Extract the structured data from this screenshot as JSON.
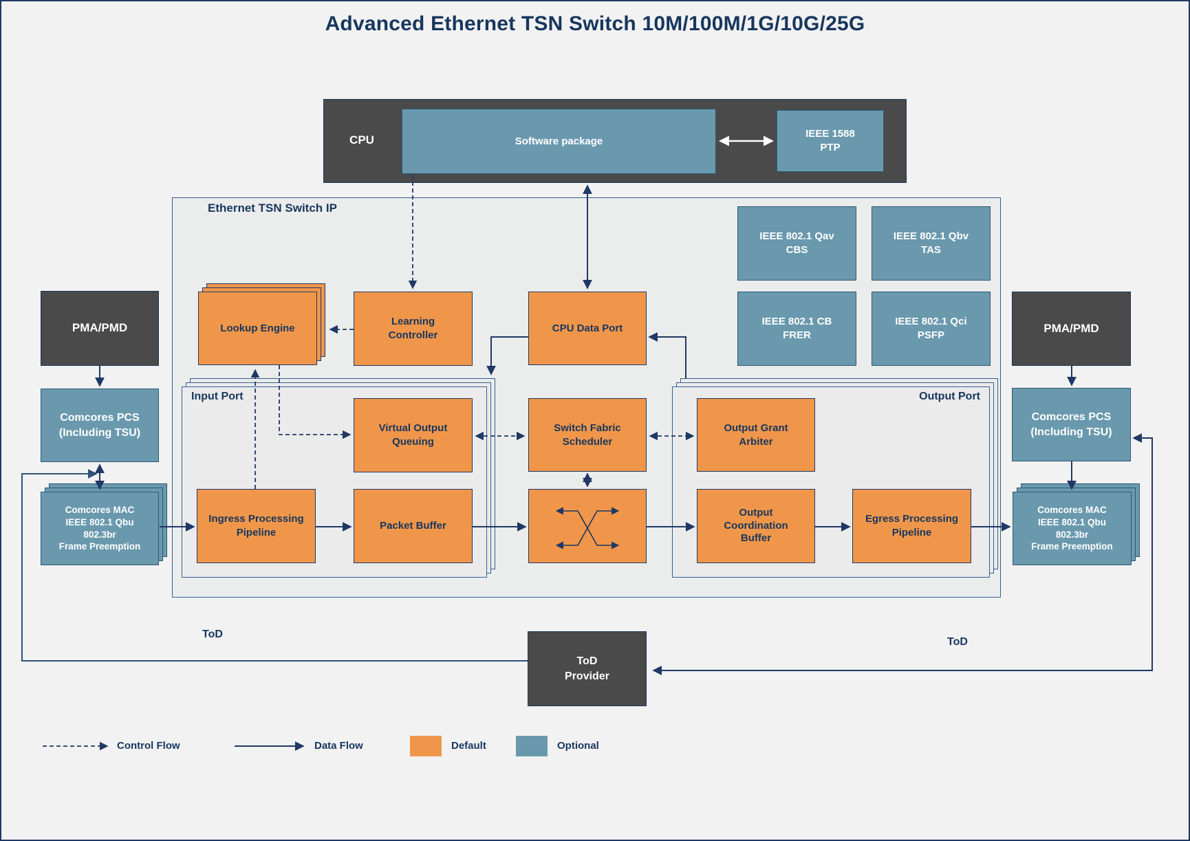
{
  "title": "Advanced Ethernet TSN Switch 10M/100M/1G/10G/25G",
  "cpu": {
    "label": "CPU",
    "software": "Software package",
    "ptp": "IEEE 1588\nPTP"
  },
  "tsn": {
    "label": "Ethernet TSN Switch IP",
    "standards": [
      "IEEE 802.1 Qav\nCBS",
      "IEEE 802.1 Qbv\nTAS",
      "IEEE 802.1 CB\nFRER",
      "IEEE 802.1 Qci\nPSFP"
    ]
  },
  "left_chain": {
    "pma": "PMA/PMD",
    "pcs": "Comcores PCS\n(Including TSU)",
    "mac": "Comcores MAC\nIEEE 802.1 Qbu\n802.3br\nFrame Preemption"
  },
  "right_chain": {
    "pma": "PMA/PMD",
    "pcs": "Comcores PCS\n(Including TSU)",
    "mac": "Comcores MAC\nIEEE 802.1 Qbu\n802.3br\nFrame Preemption"
  },
  "blocks": {
    "lookup": "Lookup Engine",
    "learning": "Learning\nController",
    "cpu_data_port": "CPU Data Port",
    "voq": "Virtual Output\nQueuing",
    "ingress": "Ingress Processing\nPipeline",
    "packet_buffer": "Packet Buffer",
    "switch_fabric": "Switch Fabric\nScheduler",
    "output_grant": "Output Grant\nArbiter",
    "output_coord": "Output\nCoordination\nBuffer",
    "egress": "Egress Processing\nPipeline"
  },
  "ports": {
    "input": "Input Port",
    "output": "Output Port"
  },
  "tod": {
    "provider": "ToD\nProvider",
    "left_label": "ToD",
    "right_label": "ToD"
  },
  "legend": {
    "control_flow": "Control Flow",
    "data_flow": "Data Flow",
    "default": "Default",
    "optional": "Optional"
  },
  "colors": {
    "default_fill": "#F0964B",
    "optional_fill": "#6A99AE",
    "dark_fill": "#4A4A4A",
    "line": "#1F3864",
    "background": "#F2F2F3"
  }
}
